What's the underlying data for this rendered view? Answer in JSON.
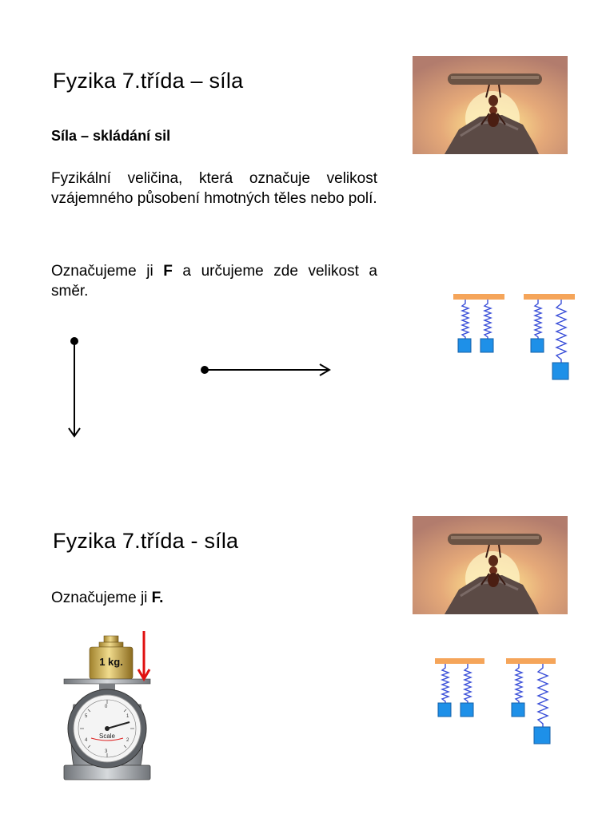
{
  "slide1": {
    "title": "Fyzika 7.třída – síla",
    "subtitle": "Síla – skládání sil",
    "definition": "Fyzikální veličina, která označuje velikost vzájemného působení hmotných těles nebo polí.",
    "notation_prefix": "Označujeme ji ",
    "notation_symbol": "F",
    "notation_suffix": " a určujeme zde velikost a směr."
  },
  "slide2": {
    "title": "Fyzika 7.třída - síla",
    "notation_prefix": "Označujeme ji ",
    "notation_symbol": "F."
  },
  "scale": {
    "weight_label": "1 kg.",
    "dial_label": "Scale",
    "dial_numbers": [
      "0",
      "1",
      "2",
      "3",
      "4",
      "5"
    ]
  },
  "colors": {
    "spring_bar": "#f5a55a",
    "spring": "#3a4fd8",
    "block": "#1e90e8",
    "force_arrow": "#e01010"
  }
}
